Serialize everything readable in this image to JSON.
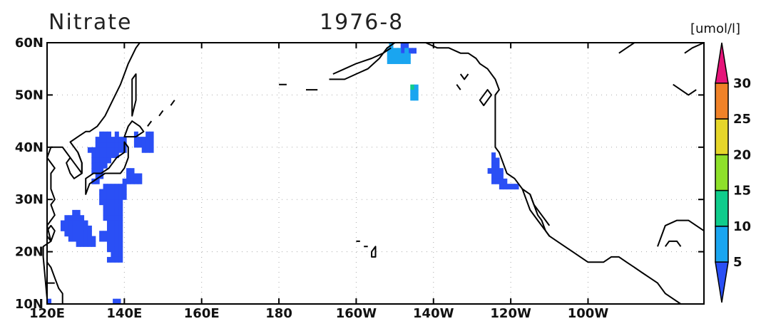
{
  "title": {
    "variable": "Nitrate",
    "date": "1976-8"
  },
  "units": "[umol/l]",
  "map": {
    "lon_range": [
      120,
      290
    ],
    "lat_range": [
      10,
      60
    ],
    "lon_ticks": [
      {
        "value": 120,
        "label": "120E"
      },
      {
        "value": 140,
        "label": "140E"
      },
      {
        "value": 160,
        "label": "160E"
      },
      {
        "value": 180,
        "label": "180"
      },
      {
        "value": 200,
        "label": "160W"
      },
      {
        "value": 220,
        "label": "140W"
      },
      {
        "value": 240,
        "label": "120W"
      },
      {
        "value": 260,
        "label": "100W"
      }
    ],
    "lat_ticks": [
      {
        "value": 10,
        "label": "10N"
      },
      {
        "value": 20,
        "label": "20N"
      },
      {
        "value": 30,
        "label": "30N"
      },
      {
        "value": 40,
        "label": "40N"
      },
      {
        "value": 50,
        "label": "50N"
      },
      {
        "value": 60,
        "label": "60N"
      }
    ],
    "grid_lines": "dotted"
  },
  "colorbar": {
    "levels": [
      5,
      10,
      15,
      20,
      25,
      30
    ],
    "colors": [
      "#2a4ff5",
      "#1aa5f0",
      "#10cc8c",
      "#8ee02a",
      "#e6d62a",
      "#f08228",
      "#e6147a"
    ]
  },
  "data_cells": [
    {
      "lon": 120.5,
      "lat": 10.5,
      "v": 2
    },
    {
      "lon": 137.5,
      "lat": 10.5,
      "v": 2
    },
    {
      "lon": 138.5,
      "lat": 10.5,
      "v": 2
    },
    {
      "lon": 127,
      "lat": 27.5,
      "v": 2
    },
    {
      "lon": 128,
      "lat": 27.5,
      "v": 2
    },
    {
      "lon": 125,
      "lat": 26.5,
      "v": 2
    },
    {
      "lon": 126,
      "lat": 26.5,
      "v": 2
    },
    {
      "lon": 127,
      "lat": 26.5,
      "v": 2
    },
    {
      "lon": 128,
      "lat": 26.5,
      "v": 2
    },
    {
      "lon": 129,
      "lat": 26.5,
      "v": 2
    },
    {
      "lon": 124,
      "lat": 25.5,
      "v": 2
    },
    {
      "lon": 125,
      "lat": 25.5,
      "v": 2
    },
    {
      "lon": 126,
      "lat": 25.5,
      "v": 2
    },
    {
      "lon": 127,
      "lat": 25.5,
      "v": 2
    },
    {
      "lon": 128,
      "lat": 25.5,
      "v": 2
    },
    {
      "lon": 129,
      "lat": 25.5,
      "v": 2
    },
    {
      "lon": 130,
      "lat": 25.5,
      "v": 2
    },
    {
      "lon": 124,
      "lat": 24.5,
      "v": 2
    },
    {
      "lon": 125,
      "lat": 24.5,
      "v": 2
    },
    {
      "lon": 126,
      "lat": 24.5,
      "v": 2
    },
    {
      "lon": 127,
      "lat": 24.5,
      "v": 2
    },
    {
      "lon": 128,
      "lat": 24.5,
      "v": 2
    },
    {
      "lon": 129,
      "lat": 24.5,
      "v": 2
    },
    {
      "lon": 130,
      "lat": 24.5,
      "v": 2
    },
    {
      "lon": 131,
      "lat": 24.5,
      "v": 2
    },
    {
      "lon": 125,
      "lat": 23.5,
      "v": 2
    },
    {
      "lon": 126,
      "lat": 23.5,
      "v": 2
    },
    {
      "lon": 127,
      "lat": 23.5,
      "v": 2
    },
    {
      "lon": 128,
      "lat": 23.5,
      "v": 2
    },
    {
      "lon": 129,
      "lat": 23.5,
      "v": 2
    },
    {
      "lon": 130,
      "lat": 23.5,
      "v": 2
    },
    {
      "lon": 131,
      "lat": 23.5,
      "v": 2
    },
    {
      "lon": 126,
      "lat": 22.5,
      "v": 2
    },
    {
      "lon": 127,
      "lat": 22.5,
      "v": 2
    },
    {
      "lon": 128,
      "lat": 22.5,
      "v": 2
    },
    {
      "lon": 129,
      "lat": 22.5,
      "v": 2
    },
    {
      "lon": 130,
      "lat": 22.5,
      "v": 2
    },
    {
      "lon": 131,
      "lat": 22.5,
      "v": 2
    },
    {
      "lon": 132,
      "lat": 22.5,
      "v": 2
    },
    {
      "lon": 128,
      "lat": 21.5,
      "v": 2
    },
    {
      "lon": 129,
      "lat": 21.5,
      "v": 2
    },
    {
      "lon": 130,
      "lat": 21.5,
      "v": 2
    },
    {
      "lon": 131,
      "lat": 21.5,
      "v": 2
    },
    {
      "lon": 132,
      "lat": 21.5,
      "v": 2
    },
    {
      "lon": 135,
      "lat": 32.5,
      "v": 2
    },
    {
      "lon": 136,
      "lat": 32.5,
      "v": 2
    },
    {
      "lon": 137,
      "lat": 32.5,
      "v": 2
    },
    {
      "lon": 138,
      "lat": 32.5,
      "v": 2
    },
    {
      "lon": 139,
      "lat": 32.5,
      "v": 2
    },
    {
      "lon": 140,
      "lat": 32.5,
      "v": 2
    },
    {
      "lon": 134,
      "lat": 31.5,
      "v": 2
    },
    {
      "lon": 135,
      "lat": 31.5,
      "v": 2
    },
    {
      "lon": 136,
      "lat": 31.5,
      "v": 2
    },
    {
      "lon": 137,
      "lat": 31.5,
      "v": 2
    },
    {
      "lon": 138,
      "lat": 31.5,
      "v": 2
    },
    {
      "lon": 139,
      "lat": 31.5,
      "v": 2
    },
    {
      "lon": 140,
      "lat": 31.5,
      "v": 2
    },
    {
      "lon": 134,
      "lat": 30.5,
      "v": 2
    },
    {
      "lon": 135,
      "lat": 30.5,
      "v": 2
    },
    {
      "lon": 136,
      "lat": 30.5,
      "v": 2
    },
    {
      "lon": 137,
      "lat": 30.5,
      "v": 2
    },
    {
      "lon": 138,
      "lat": 30.5,
      "v": 2
    },
    {
      "lon": 139,
      "lat": 30.5,
      "v": 2
    },
    {
      "lon": 140,
      "lat": 30.5,
      "v": 2
    },
    {
      "lon": 134,
      "lat": 29.5,
      "v": 2
    },
    {
      "lon": 135,
      "lat": 29.5,
      "v": 2
    },
    {
      "lon": 136,
      "lat": 29.5,
      "v": 2
    },
    {
      "lon": 137,
      "lat": 29.5,
      "v": 2
    },
    {
      "lon": 138,
      "lat": 29.5,
      "v": 2
    },
    {
      "lon": 139,
      "lat": 29.5,
      "v": 2
    },
    {
      "lon": 135,
      "lat": 28.5,
      "v": 2
    },
    {
      "lon": 136,
      "lat": 28.5,
      "v": 2
    },
    {
      "lon": 137,
      "lat": 28.5,
      "v": 2
    },
    {
      "lon": 138,
      "lat": 28.5,
      "v": 2
    },
    {
      "lon": 139,
      "lat": 28.5,
      "v": 2
    },
    {
      "lon": 135,
      "lat": 27.5,
      "v": 2
    },
    {
      "lon": 136,
      "lat": 27.5,
      "v": 2
    },
    {
      "lon": 137,
      "lat": 27.5,
      "v": 2
    },
    {
      "lon": 138,
      "lat": 27.5,
      "v": 2
    },
    {
      "lon": 139,
      "lat": 27.5,
      "v": 2
    },
    {
      "lon": 135,
      "lat": 26.5,
      "v": 2
    },
    {
      "lon": 136,
      "lat": 26.5,
      "v": 2
    },
    {
      "lon": 137,
      "lat": 26.5,
      "v": 2
    },
    {
      "lon": 138,
      "lat": 26.5,
      "v": 2
    },
    {
      "lon": 139,
      "lat": 26.5,
      "v": 2
    },
    {
      "lon": 136,
      "lat": 25.5,
      "v": 2
    },
    {
      "lon": 137,
      "lat": 25.5,
      "v": 2
    },
    {
      "lon": 138,
      "lat": 25.5,
      "v": 2
    },
    {
      "lon": 139,
      "lat": 25.5,
      "v": 2
    },
    {
      "lon": 136,
      "lat": 24.5,
      "v": 2
    },
    {
      "lon": 137,
      "lat": 24.5,
      "v": 2
    },
    {
      "lon": 138,
      "lat": 24.5,
      "v": 2
    },
    {
      "lon": 139,
      "lat": 24.5,
      "v": 2
    },
    {
      "lon": 134,
      "lat": 23.5,
      "v": 2
    },
    {
      "lon": 135,
      "lat": 23.5,
      "v": 2
    },
    {
      "lon": 136,
      "lat": 23.5,
      "v": 2
    },
    {
      "lon": 137,
      "lat": 23.5,
      "v": 2
    },
    {
      "lon": 138,
      "lat": 23.5,
      "v": 2
    },
    {
      "lon": 139,
      "lat": 23.5,
      "v": 2
    },
    {
      "lon": 134,
      "lat": 22.5,
      "v": 2
    },
    {
      "lon": 135,
      "lat": 22.5,
      "v": 2
    },
    {
      "lon": 136,
      "lat": 22.5,
      "v": 2
    },
    {
      "lon": 137,
      "lat": 22.5,
      "v": 2
    },
    {
      "lon": 138,
      "lat": 22.5,
      "v": 2
    },
    {
      "lon": 139,
      "lat": 22.5,
      "v": 2
    },
    {
      "lon": 136,
      "lat": 21.5,
      "v": 2
    },
    {
      "lon": 137,
      "lat": 21.5,
      "v": 2
    },
    {
      "lon": 138,
      "lat": 21.5,
      "v": 2
    },
    {
      "lon": 139,
      "lat": 21.5,
      "v": 2
    },
    {
      "lon": 136,
      "lat": 20.5,
      "v": 2
    },
    {
      "lon": 137,
      "lat": 20.5,
      "v": 2
    },
    {
      "lon": 138,
      "lat": 20.5,
      "v": 2
    },
    {
      "lon": 139,
      "lat": 20.5,
      "v": 2
    },
    {
      "lon": 137,
      "lat": 19.5,
      "v": 2
    },
    {
      "lon": 138,
      "lat": 19.5,
      "v": 2
    },
    {
      "lon": 139,
      "lat": 19.5,
      "v": 2
    },
    {
      "lon": 136,
      "lat": 18.5,
      "v": 2
    },
    {
      "lon": 137,
      "lat": 18.5,
      "v": 2
    },
    {
      "lon": 138,
      "lat": 18.5,
      "v": 2
    },
    {
      "lon": 139,
      "lat": 18.5,
      "v": 2
    },
    {
      "lon": 141,
      "lat": 35.5,
      "v": 2
    },
    {
      "lon": 142,
      "lat": 35.5,
      "v": 2
    },
    {
      "lon": 141,
      "lat": 34.5,
      "v": 2
    },
    {
      "lon": 142,
      "lat": 34.5,
      "v": 2
    },
    {
      "lon": 143,
      "lat": 34.5,
      "v": 2
    },
    {
      "lon": 144,
      "lat": 34.5,
      "v": 2
    },
    {
      "lon": 140,
      "lat": 33.5,
      "v": 2
    },
    {
      "lon": 141,
      "lat": 33.5,
      "v": 2
    },
    {
      "lon": 142,
      "lat": 33.5,
      "v": 2
    },
    {
      "lon": 143,
      "lat": 33.5,
      "v": 2
    },
    {
      "lon": 144,
      "lat": 33.5,
      "v": 2
    },
    {
      "lon": 132,
      "lat": 33.5,
      "v": 2
    },
    {
      "lon": 133,
      "lat": 33.5,
      "v": 2
    },
    {
      "lon": 133,
      "lat": 34.5,
      "v": 2
    },
    {
      "lon": 134,
      "lat": 34.5,
      "v": 2
    },
    {
      "lon": 131,
      "lat": 39.5,
      "v": 2
    },
    {
      "lon": 132,
      "lat": 39.5,
      "v": 2
    },
    {
      "lon": 133,
      "lat": 39.5,
      "v": 2
    },
    {
      "lon": 134,
      "lat": 39.5,
      "v": 2
    },
    {
      "lon": 135,
      "lat": 39.5,
      "v": 2
    },
    {
      "lon": 136,
      "lat": 39.5,
      "v": 2
    },
    {
      "lon": 137,
      "lat": 39.5,
      "v": 2
    },
    {
      "lon": 138,
      "lat": 39.5,
      "v": 2
    },
    {
      "lon": 139,
      "lat": 39.5,
      "v": 2
    },
    {
      "lon": 140,
      "lat": 39.5,
      "v": 2
    },
    {
      "lon": 133,
      "lat": 40.5,
      "v": 2
    },
    {
      "lon": 134,
      "lat": 40.5,
      "v": 2
    },
    {
      "lon": 135,
      "lat": 40.5,
      "v": 2
    },
    {
      "lon": 136,
      "lat": 40.5,
      "v": 2
    },
    {
      "lon": 137,
      "lat": 40.5,
      "v": 2
    },
    {
      "lon": 138,
      "lat": 40.5,
      "v": 2
    },
    {
      "lon": 139,
      "lat": 40.5,
      "v": 2
    },
    {
      "lon": 140,
      "lat": 40.5,
      "v": 2
    },
    {
      "lon": 133,
      "lat": 41.5,
      "v": 2
    },
    {
      "lon": 134,
      "lat": 41.5,
      "v": 2
    },
    {
      "lon": 135,
      "lat": 41.5,
      "v": 2
    },
    {
      "lon": 136,
      "lat": 41.5,
      "v": 2
    },
    {
      "lon": 137,
      "lat": 41.5,
      "v": 2
    },
    {
      "lon": 138,
      "lat": 41.5,
      "v": 2
    },
    {
      "lon": 139,
      "lat": 41.5,
      "v": 2
    },
    {
      "lon": 140,
      "lat": 41.5,
      "v": 2
    },
    {
      "lon": 134,
      "lat": 42.5,
      "v": 2
    },
    {
      "lon": 135,
      "lat": 42.5,
      "v": 2
    },
    {
      "lon": 136,
      "lat": 42.5,
      "v": 2
    },
    {
      "lon": 138,
      "lat": 42.5,
      "v": 2
    },
    {
      "lon": 132,
      "lat": 38.5,
      "v": 2
    },
    {
      "lon": 133,
      "lat": 38.5,
      "v": 2
    },
    {
      "lon": 134,
      "lat": 38.5,
      "v": 2
    },
    {
      "lon": 135,
      "lat": 38.5,
      "v": 2
    },
    {
      "lon": 136,
      "lat": 38.5,
      "v": 2
    },
    {
      "lon": 137,
      "lat": 38.5,
      "v": 2
    },
    {
      "lon": 138,
      "lat": 38.5,
      "v": 2
    },
    {
      "lon": 132,
      "lat": 37.5,
      "v": 2
    },
    {
      "lon": 133,
      "lat": 37.5,
      "v": 2
    },
    {
      "lon": 134,
      "lat": 37.5,
      "v": 2
    },
    {
      "lon": 135,
      "lat": 37.5,
      "v": 2
    },
    {
      "lon": 136,
      "lat": 37.5,
      "v": 2
    },
    {
      "lon": 132,
      "lat": 36.5,
      "v": 2
    },
    {
      "lon": 133,
      "lat": 36.5,
      "v": 2
    },
    {
      "lon": 134,
      "lat": 36.5,
      "v": 2
    },
    {
      "lon": 135,
      "lat": 36.5,
      "v": 2
    },
    {
      "lon": 132,
      "lat": 35.5,
      "v": 2
    },
    {
      "lon": 133,
      "lat": 35.5,
      "v": 2
    },
    {
      "lon": 134,
      "lat": 35.5,
      "v": 2
    },
    {
      "lon": 143,
      "lat": 42.5,
      "v": 2
    },
    {
      "lon": 146,
      "lat": 42.5,
      "v": 2
    },
    {
      "lon": 147,
      "lat": 42.5,
      "v": 2
    },
    {
      "lon": 143,
      "lat": 41.5,
      "v": 2
    },
    {
      "lon": 144,
      "lat": 41.5,
      "v": 2
    },
    {
      "lon": 145,
      "lat": 41.5,
      "v": 2
    },
    {
      "lon": 146,
      "lat": 41.5,
      "v": 2
    },
    {
      "lon": 147,
      "lat": 41.5,
      "v": 2
    },
    {
      "lon": 143,
      "lat": 40.5,
      "v": 2
    },
    {
      "lon": 144,
      "lat": 40.5,
      "v": 2
    },
    {
      "lon": 145,
      "lat": 40.5,
      "v": 2
    },
    {
      "lon": 146,
      "lat": 40.5,
      "v": 2
    },
    {
      "lon": 147,
      "lat": 40.5,
      "v": 2
    },
    {
      "lon": 145,
      "lat": 39.5,
      "v": 2
    },
    {
      "lon": 146,
      "lat": 39.5,
      "v": 2
    },
    {
      "lon": 147,
      "lat": 39.5,
      "v": 2
    },
    {
      "lon": 212,
      "lat": 59.5,
      "v": 2
    },
    {
      "lon": 213,
      "lat": 59.5,
      "v": 2
    },
    {
      "lon": 212,
      "lat": 58.5,
      "v": 2
    },
    {
      "lon": 214,
      "lat": 58.5,
      "v": 2
    },
    {
      "lon": 215,
      "lat": 58.5,
      "v": 2
    },
    {
      "lon": 208.5,
      "lat": 58.5,
      "v": 7
    },
    {
      "lon": 209.5,
      "lat": 58.5,
      "v": 7
    },
    {
      "lon": 210.5,
      "lat": 58.5,
      "v": 7
    },
    {
      "lon": 211,
      "lat": 58.5,
      "v": 7
    },
    {
      "lon": 213,
      "lat": 58.5,
      "v": 7
    },
    {
      "lon": 208.5,
      "lat": 57.5,
      "v": 7
    },
    {
      "lon": 209.5,
      "lat": 57.5,
      "v": 7
    },
    {
      "lon": 210.5,
      "lat": 57.5,
      "v": 7
    },
    {
      "lon": 211.5,
      "lat": 57.5,
      "v": 7
    },
    {
      "lon": 212.5,
      "lat": 57.5,
      "v": 7
    },
    {
      "lon": 213.5,
      "lat": 57.5,
      "v": 7
    },
    {
      "lon": 208.5,
      "lat": 56.5,
      "v": 7
    },
    {
      "lon": 209.5,
      "lat": 56.5,
      "v": 7
    },
    {
      "lon": 210.5,
      "lat": 56.5,
      "v": 7
    },
    {
      "lon": 211.5,
      "lat": 56.5,
      "v": 7
    },
    {
      "lon": 212.5,
      "lat": 56.5,
      "v": 7
    },
    {
      "lon": 213.5,
      "lat": 56.5,
      "v": 7
    },
    {
      "lon": 209,
      "lat": 59.5,
      "v": 7
    },
    {
      "lon": 214.5,
      "lat": 51.5,
      "v": 12
    },
    {
      "lon": 215.5,
      "lat": 51.5,
      "v": 7
    },
    {
      "lon": 214.5,
      "lat": 50.5,
      "v": 7
    },
    {
      "lon": 215.5,
      "lat": 50.5,
      "v": 7
    },
    {
      "lon": 214.5,
      "lat": 49.5,
      "v": 7
    },
    {
      "lon": 215.5,
      "lat": 49.5,
      "v": 7
    },
    {
      "lon": 235.5,
      "lat": 38.5,
      "v": 2
    },
    {
      "lon": 235.5,
      "lat": 37.5,
      "v": 2
    },
    {
      "lon": 236.5,
      "lat": 37.5,
      "v": 2
    },
    {
      "lon": 235.5,
      "lat": 36.5,
      "v": 2
    },
    {
      "lon": 236.5,
      "lat": 36.5,
      "v": 2
    },
    {
      "lon": 234.5,
      "lat": 35.5,
      "v": 2
    },
    {
      "lon": 235.5,
      "lat": 35.5,
      "v": 2
    },
    {
      "lon": 236.5,
      "lat": 35.5,
      "v": 2
    },
    {
      "lon": 237.5,
      "lat": 35.5,
      "v": 2
    },
    {
      "lon": 235.5,
      "lat": 34.5,
      "v": 2
    },
    {
      "lon": 236.5,
      "lat": 34.5,
      "v": 2
    },
    {
      "lon": 237.5,
      "lat": 34.5,
      "v": 2
    },
    {
      "lon": 235.5,
      "lat": 33.5,
      "v": 2
    },
    {
      "lon": 236.5,
      "lat": 33.5,
      "v": 2
    },
    {
      "lon": 237.5,
      "lat": 33.5,
      "v": 2
    },
    {
      "lon": 238.5,
      "lat": 33.5,
      "v": 2
    },
    {
      "lon": 237.5,
      "lat": 32.5,
      "v": 2
    },
    {
      "lon": 238.5,
      "lat": 32.5,
      "v": 2
    },
    {
      "lon": 239.5,
      "lat": 32.5,
      "v": 2
    },
    {
      "lon": 240.5,
      "lat": 32.5,
      "v": 2
    },
    {
      "lon": 241.5,
      "lat": 32.5,
      "v": 2
    }
  ]
}
